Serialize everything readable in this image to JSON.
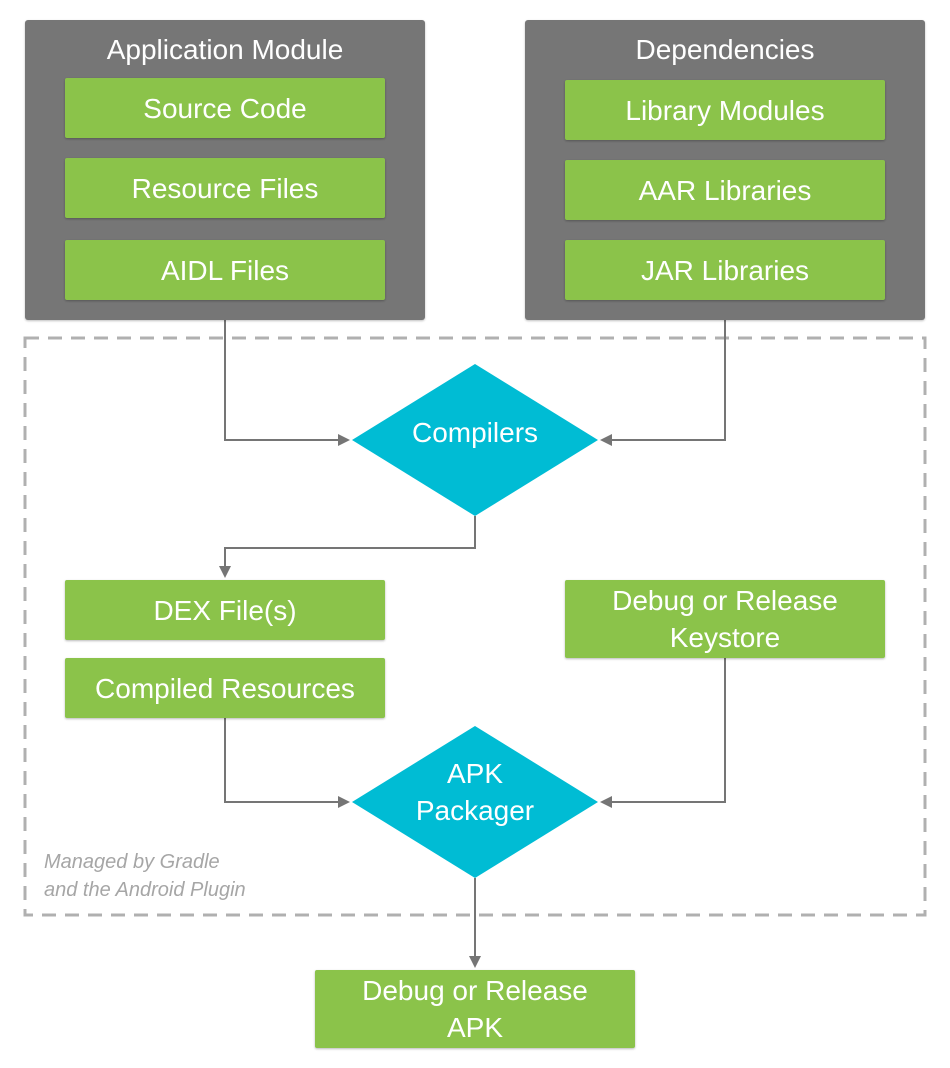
{
  "application_module": {
    "title": "Application Module",
    "items": [
      "Source Code",
      "Resource Files",
      "AIDL Files"
    ]
  },
  "dependencies": {
    "title": "Dependencies",
    "items": [
      "Library Modules",
      "AAR Libraries",
      "JAR Libraries"
    ]
  },
  "compilers": {
    "label": "Compilers"
  },
  "outputs": {
    "dex": "DEX File(s)",
    "compiled_resources": "Compiled Resources"
  },
  "keystore": {
    "line1": "Debug or Release",
    "line2": "Keystore"
  },
  "packager": {
    "line1": "APK",
    "line2": "Packager"
  },
  "final_apk": {
    "line1": "Debug or Release",
    "line2": "APK"
  },
  "managed_note": {
    "line1": "Managed by Gradle",
    "line2": "and the Android Plugin"
  },
  "colors": {
    "panel": "#767676",
    "box": "#8bc34a",
    "diamond": "#00bcd4",
    "connector": "#757575",
    "dashed_border": "#b0b0b0",
    "note": "#a6a6a6"
  }
}
